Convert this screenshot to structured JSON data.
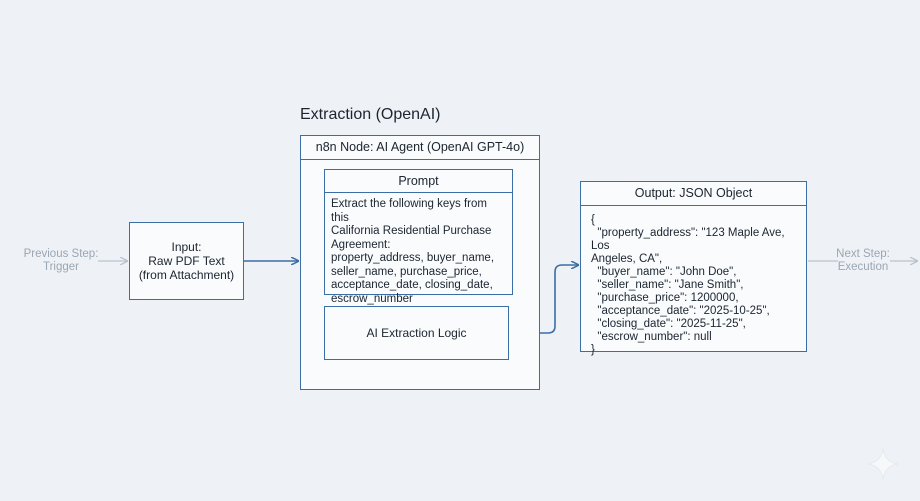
{
  "section_title": "Extraction (OpenAI)",
  "previous_step": [
    "Previous Step:",
    "Trigger"
  ],
  "next_step": [
    "Next Step:",
    "Execution"
  ],
  "input_node": [
    "Input:",
    "Raw PDF Text",
    "(from Attachment)"
  ],
  "agent_node": {
    "header": "n8n Node: AI Agent (OpenAI GPT-4o)"
  },
  "prompt_node": {
    "header": "Prompt",
    "lines": [
      "Extract the following keys from this",
      "California Residential Purchase",
      "Agreement:",
      "property_address, buyer_name,",
      "seller_name, purchase_price,",
      "acceptance_date, closing_date,",
      "escrow_number"
    ]
  },
  "logic_node": {
    "label": "AI Extraction Logic"
  },
  "output_node": {
    "header": "Output: JSON Object",
    "lines": [
      "{",
      "  \"property_address\": \"123 Maple Ave, Los",
      "Angeles, CA\",",
      "  \"buyer_name\": \"John Doe\",",
      "  \"seller_name\": \"Jane Smith\",",
      "  \"purchase_price\": 1200000,",
      "  \"acceptance_date\": \"2025-10-25\",",
      "  \"closing_date\": \"2025-11-25\",",
      "  \"escrow_number\": null",
      "}"
    ]
  },
  "colors": {
    "accent": "#3a6ea5",
    "background": "#eef2f6",
    "faded_text": "#9aa6b2"
  }
}
